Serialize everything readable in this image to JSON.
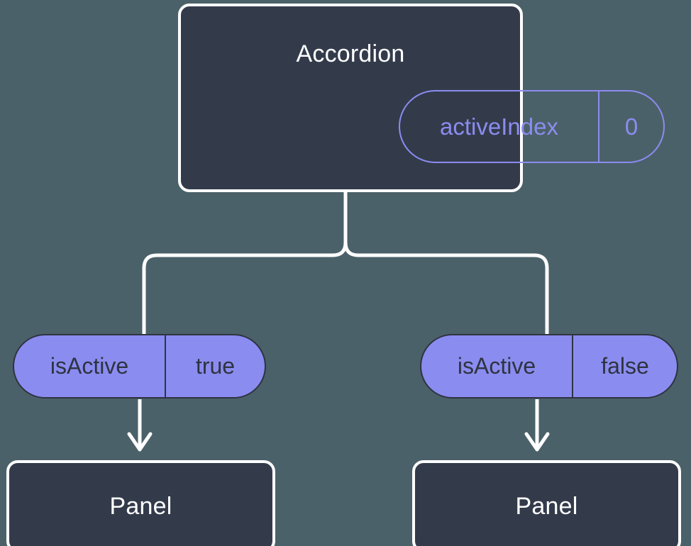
{
  "diagram": {
    "type": "component-tree",
    "background_color": "#4b6169",
    "card_fill": "#333b4b",
    "card_border": "#ffffff",
    "accent_purple": "#8b8cf0",
    "dark_text": "#2e3441",
    "connector_color": "#ffffff"
  },
  "root": {
    "title": "Accordion",
    "state": {
      "key": "activeIndex",
      "value": "0"
    }
  },
  "branches": [
    {
      "prop": {
        "key": "isActive",
        "value": "true"
      },
      "child": {
        "title": "Panel"
      }
    },
    {
      "prop": {
        "key": "isActive",
        "value": "false"
      },
      "child": {
        "title": "Panel"
      }
    }
  ],
  "icons": {
    "arrow_down": "arrow-down-icon",
    "branch": "tree-branch-connector"
  }
}
